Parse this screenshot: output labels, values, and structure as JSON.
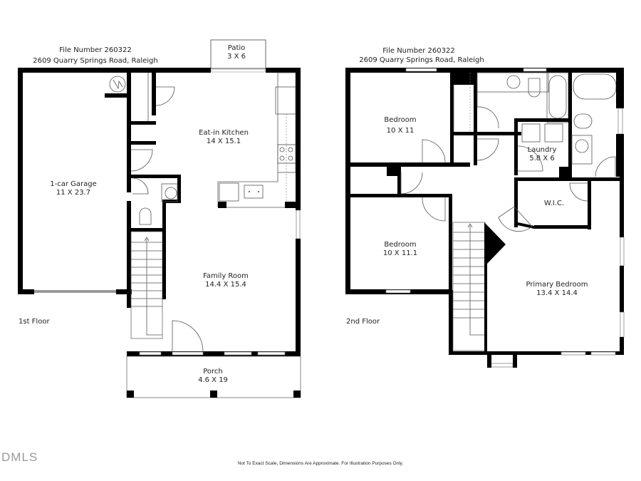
{
  "floor1": {
    "file_number": "File Number 260322",
    "address": "2609 Quarry Springs Road, Raleigh",
    "floor_label": "1st Floor",
    "rooms": [
      {
        "name": "Patio",
        "dims": "3 X 6"
      },
      {
        "name": "Eat-in Kitchen",
        "dims": "14 X 15.1"
      },
      {
        "name": "1-car Garage",
        "dims": "11 X 23.7"
      },
      {
        "name": "Family Room",
        "dims": "14.4 X 15.4"
      },
      {
        "name": "Porch",
        "dims": "4.6 X 19"
      }
    ]
  },
  "floor2": {
    "file_number": "File Number 260322",
    "address": "2609 Quarry Springs Road, Raleigh",
    "floor_label": "2nd Floor",
    "rooms": [
      {
        "name": "Bedroom",
        "dims": "10 X 11"
      },
      {
        "name": "Laundry",
        "dims": "5.8 X 6"
      },
      {
        "name": "W.I.C.",
        "dims": ""
      },
      {
        "name": "Bedroom",
        "dims": "10 X 11.1"
      },
      {
        "name": "Primary Bedroom",
        "dims": "13.4 X 14.4"
      }
    ]
  },
  "footer": {
    "disclaimer": "Not To Exact Scale, Dimensions Are Approximate. For Illustration Purposes Only.",
    "logo": "DMLS"
  }
}
